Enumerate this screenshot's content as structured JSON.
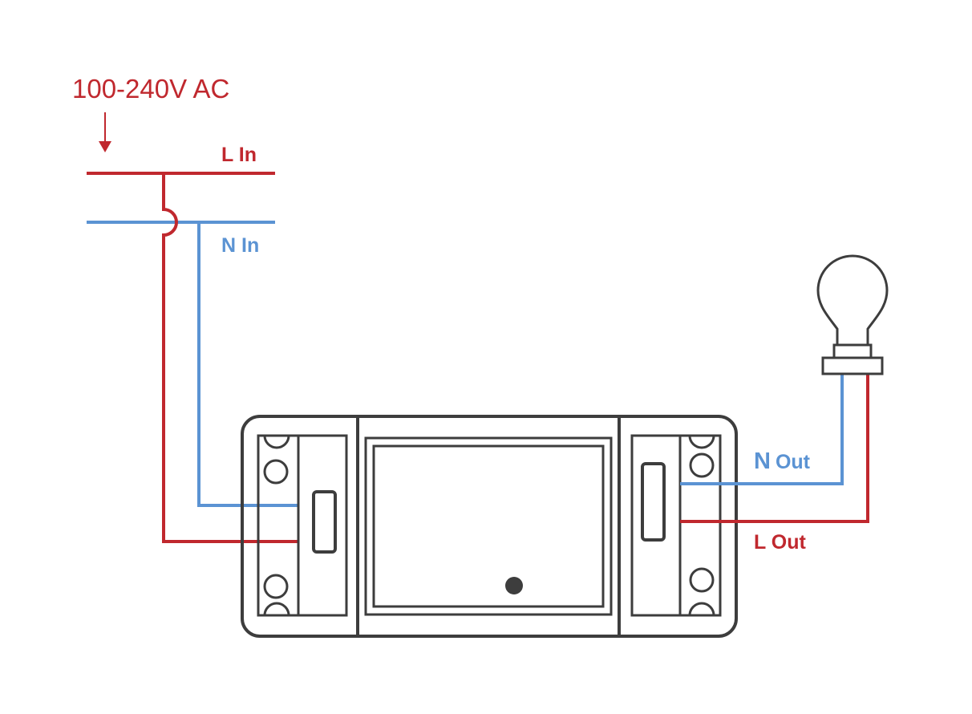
{
  "labels": {
    "supply": "100-240V AC",
    "l_in": "L In",
    "n_in": "N In",
    "n_out_n": "N",
    "n_out_out": "Out",
    "l_out": "L Out"
  },
  "colors": {
    "live": "#c0282e",
    "neutral": "#5b93d3",
    "device": "#3d3d3d"
  },
  "icons": [
    "down-arrow-icon",
    "light-bulb-icon"
  ]
}
